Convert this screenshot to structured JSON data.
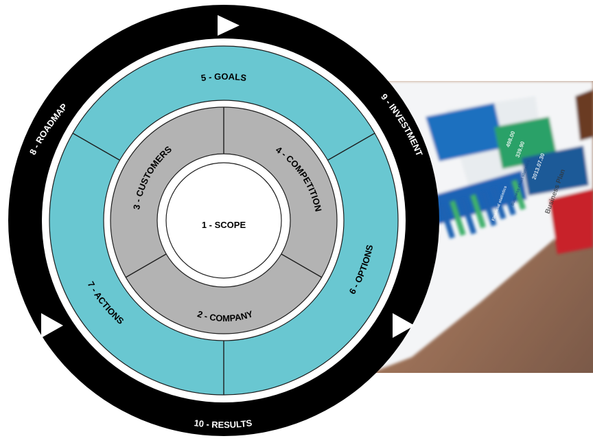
{
  "diagram": {
    "center": "1 - SCOPE",
    "middle_ring": [
      "2 - COMPANY",
      "3 - CUSTOMERS",
      "4 - COMPETITION"
    ],
    "outer_ring": [
      "5 - GOALS",
      "6 - OPTIONS",
      "7 - ACTIONS"
    ],
    "outer_band": [
      "8 - ROADMAP",
      "9 - INVESTMENT",
      "10 - RESULTS"
    ],
    "colors": {
      "band": "#000000",
      "outer_ring": "#69c7d1",
      "middle_ring": "#b3b3b3",
      "center": "#ffffff",
      "band_text": "#ffffff",
      "text": "#000000"
    }
  },
  "photo": {
    "title": "Business Plan",
    "section_1": "Financial statistics",
    "section_2": "Business chart statistics",
    "figures": [
      "2013.07.30",
      "339.90",
      "498.00"
    ]
  }
}
